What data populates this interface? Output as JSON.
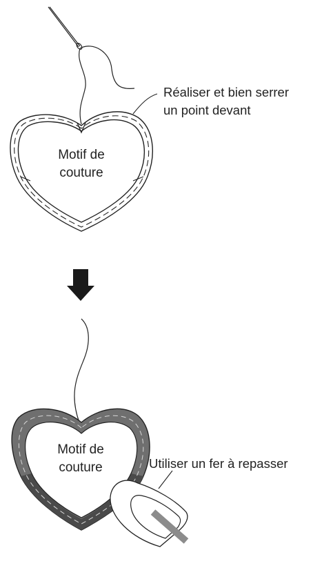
{
  "step1": {
    "callout_line1": "Réaliser et bien serrer",
    "callout_line2": "un point devant",
    "heart_line1": "Motif de",
    "heart_line2": "couture"
  },
  "step2": {
    "callout": "Utiliser un fer à repasser",
    "heart_line1": "Motif de",
    "heart_line2": "couture"
  },
  "colors": {
    "outline": "#222222",
    "pressed_edge": "#6f6f6f",
    "pressed_edge_dark": "#4a4a4a",
    "iron_plate": "#8c8c8c",
    "arrow": "#1a1a1a"
  }
}
